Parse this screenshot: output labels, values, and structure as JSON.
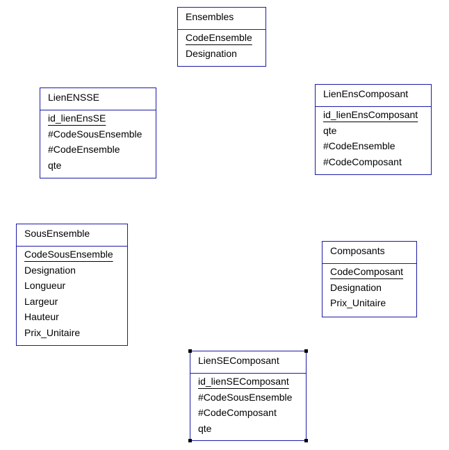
{
  "entities": {
    "ensembles": {
      "name": "Ensembles",
      "key": "CodeEnsemble",
      "fields": [
        "Designation"
      ]
    },
    "lienensse": {
      "name": "LienENSSE",
      "key": "id_lienEnsSE",
      "fields": [
        "#CodeSousEnsemble",
        "#CodeEnsemble",
        "qte"
      ]
    },
    "lienenscomposant": {
      "name": "LienEnsComposant",
      "key": "id_lienEnsComposant",
      "fields": [
        "qte",
        "#CodeEnsemble",
        "#CodeComposant"
      ]
    },
    "sousensemble": {
      "name": "SousEnsemble",
      "key": "CodeSousEnsemble",
      "fields": [
        "Designation",
        "Longueur",
        "Largeur",
        "Hauteur",
        "Prix_Unitaire"
      ]
    },
    "composants": {
      "name": "Composants",
      "key": "CodeComposant",
      "fields": [
        "Designation",
        "Prix_Unitaire"
      ]
    },
    "liensecomposant": {
      "name": "LienSEComposant",
      "key": "id_lienSEComposant",
      "fields": [
        "#CodeSousEnsemble",
        "#CodeComposant",
        "qte"
      ]
    }
  },
  "colors": {
    "border": "#1a1aa6",
    "background": "#ffffff",
    "selection_handle": "#000000"
  }
}
